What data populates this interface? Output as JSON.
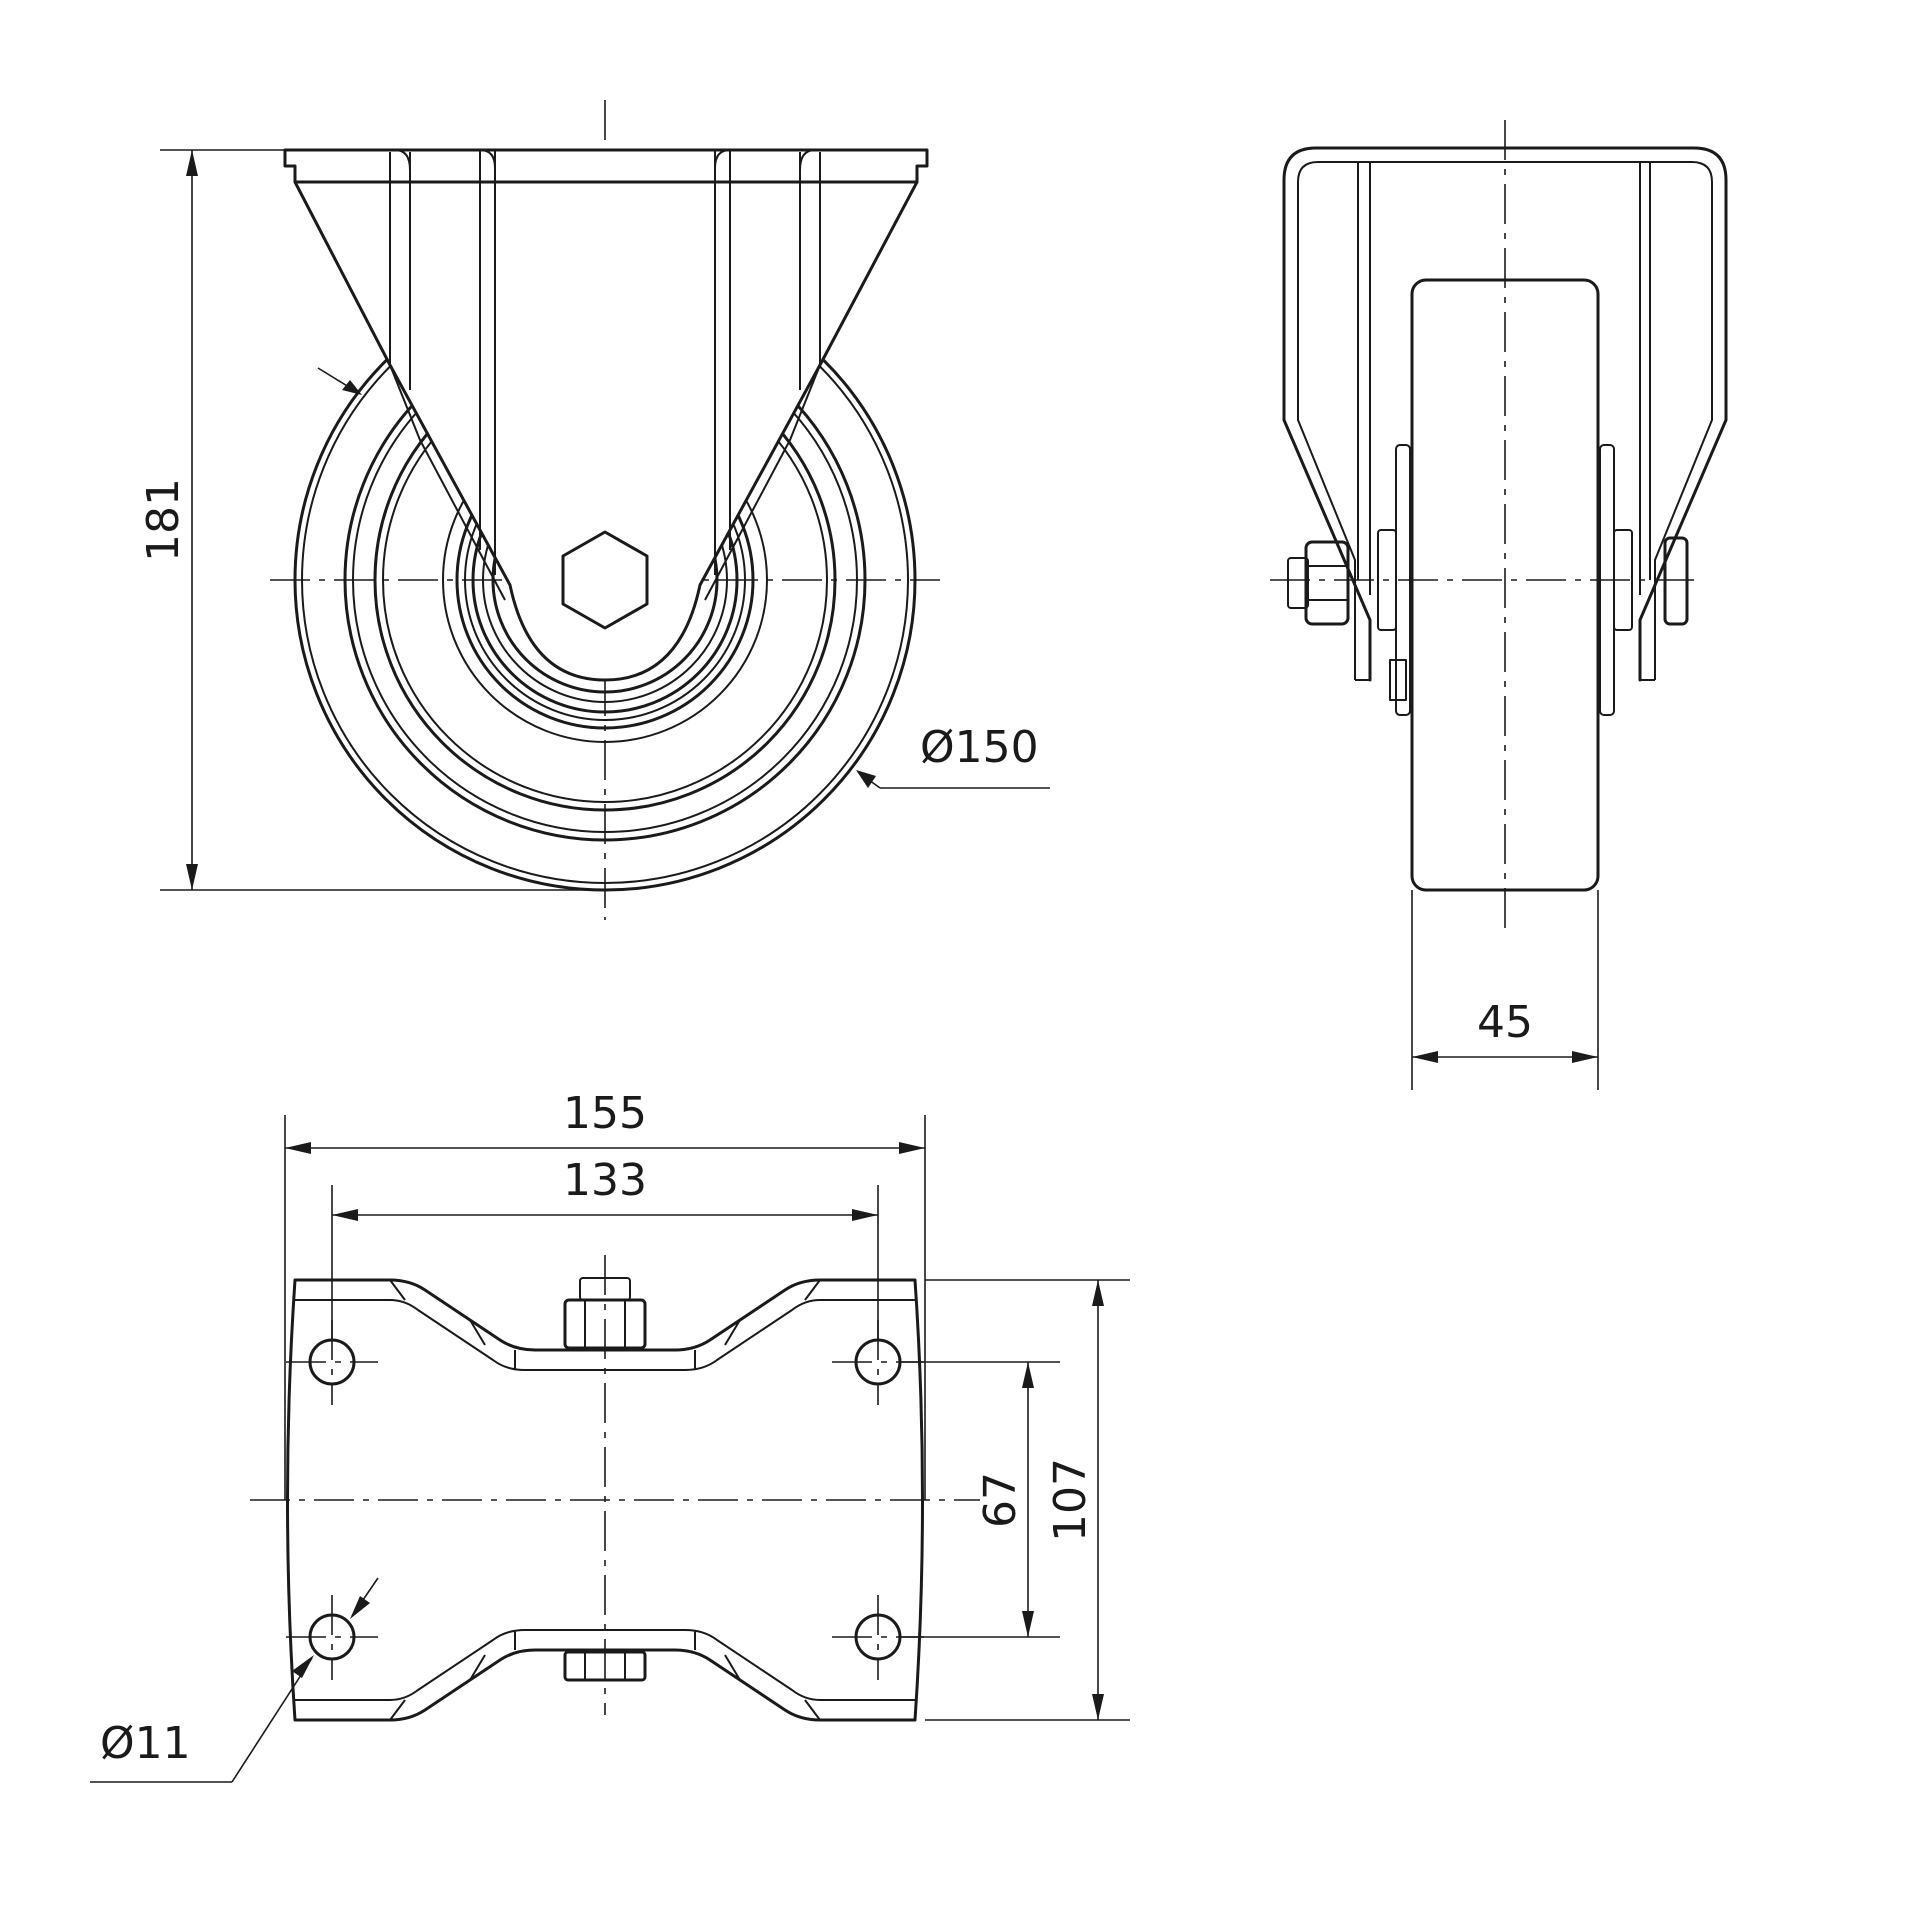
{
  "diagram": {
    "views": [
      "front-view",
      "side-view",
      "top-view"
    ],
    "line_color": "#1a1a1a",
    "background": "#ffffff"
  },
  "dimensions": {
    "overall_height": "181",
    "wheel_diameter": "Ø150",
    "wheel_width": "45",
    "plate_width": "155",
    "hole_spacing_x": "133",
    "hole_spacing_y": "67",
    "plate_length": "107",
    "hole_diameter": "Ø11"
  }
}
